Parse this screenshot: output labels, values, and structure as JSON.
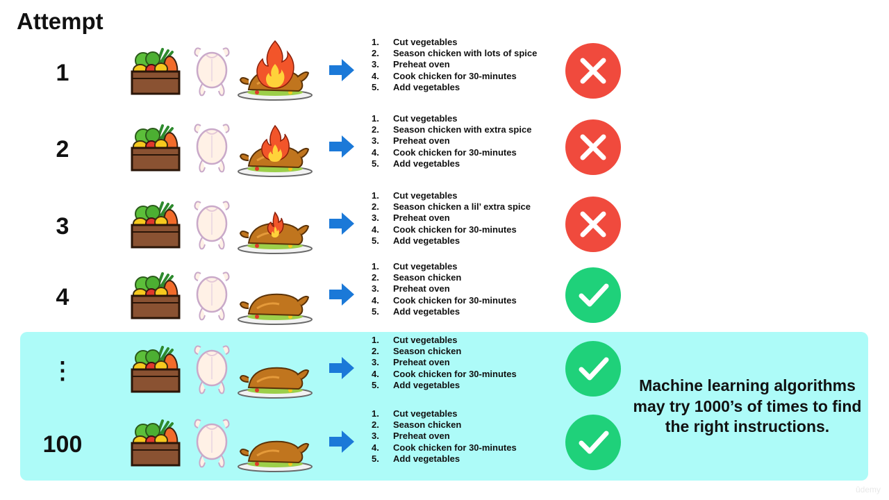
{
  "title": "Attempt",
  "caption": "Machine learning algorithms may try 1000’s of times to find the right instructions.",
  "watermark": "ûdemy",
  "colors": {
    "highlight": "#adfbf8",
    "fail": "#f04a3d",
    "pass": "#1fd17a",
    "arrow": "#1b79d8"
  },
  "icons": {
    "ingredients": "vegetable-crate-icon",
    "raw": "raw-chicken-icon",
    "cooked": "roast-chicken-icon",
    "fire": "fire-icon",
    "arrow": "right-arrow-icon",
    "fail": "cross-icon",
    "pass": "check-icon"
  },
  "attempts": [
    {
      "label": "1",
      "result": "fail",
      "flame": "large",
      "steps": [
        {
          "num": "1.",
          "text": "Cut vegetables"
        },
        {
          "num": "2.",
          "text": "Season chicken with lots of spice"
        },
        {
          "num": "3.",
          "text": "Preheat oven"
        },
        {
          "num": "4.",
          "text": "Cook chicken for 30-minutes"
        },
        {
          "num": "5.",
          "text": "Add vegetables"
        }
      ]
    },
    {
      "label": "2",
      "result": "fail",
      "flame": "medium",
      "steps": [
        {
          "num": "1.",
          "text": "Cut vegetables"
        },
        {
          "num": "2.",
          "text": "Season chicken with extra spice"
        },
        {
          "num": "3.",
          "text": "Preheat oven"
        },
        {
          "num": "4.",
          "text": "Cook chicken for 30-minutes"
        },
        {
          "num": "5.",
          "text": "Add vegetables"
        }
      ]
    },
    {
      "label": "3",
      "result": "fail",
      "flame": "small",
      "steps": [
        {
          "num": "1.",
          "text": "Cut vegetables"
        },
        {
          "num": "2.",
          "text": "Season chicken a lil’ extra spice"
        },
        {
          "num": "3.",
          "text": "Preheat oven"
        },
        {
          "num": "4.",
          "text": "Cook chicken for 30-minutes"
        },
        {
          "num": "5.",
          "text": "Add vegetables"
        }
      ]
    },
    {
      "label": "4",
      "result": "pass",
      "flame": "none",
      "steps": [
        {
          "num": "1.",
          "text": "Cut vegetables"
        },
        {
          "num": "2.",
          "text": "Season chicken"
        },
        {
          "num": "3.",
          "text": "Preheat oven"
        },
        {
          "num": "4.",
          "text": "Cook chicken for 30-minutes"
        },
        {
          "num": "5.",
          "text": "Add vegetables"
        }
      ]
    },
    {
      "label": "⋮",
      "result": "pass",
      "flame": "none",
      "steps": [
        {
          "num": "1.",
          "text": "Cut vegetables"
        },
        {
          "num": "2.",
          "text": "Season chicken"
        },
        {
          "num": "3.",
          "text": "Preheat oven"
        },
        {
          "num": "4.",
          "text": "Cook chicken for 30-minutes"
        },
        {
          "num": "5.",
          "text": "Add vegetables"
        }
      ]
    },
    {
      "label": "100",
      "result": "pass",
      "flame": "none",
      "steps": [
        {
          "num": "1.",
          "text": "Cut vegetables"
        },
        {
          "num": "2.",
          "text": "Season chicken"
        },
        {
          "num": "3.",
          "text": "Preheat oven"
        },
        {
          "num": "4.",
          "text": "Cook chicken for 30-minutes"
        },
        {
          "num": "5.",
          "text": "Add vegetables"
        }
      ]
    }
  ]
}
